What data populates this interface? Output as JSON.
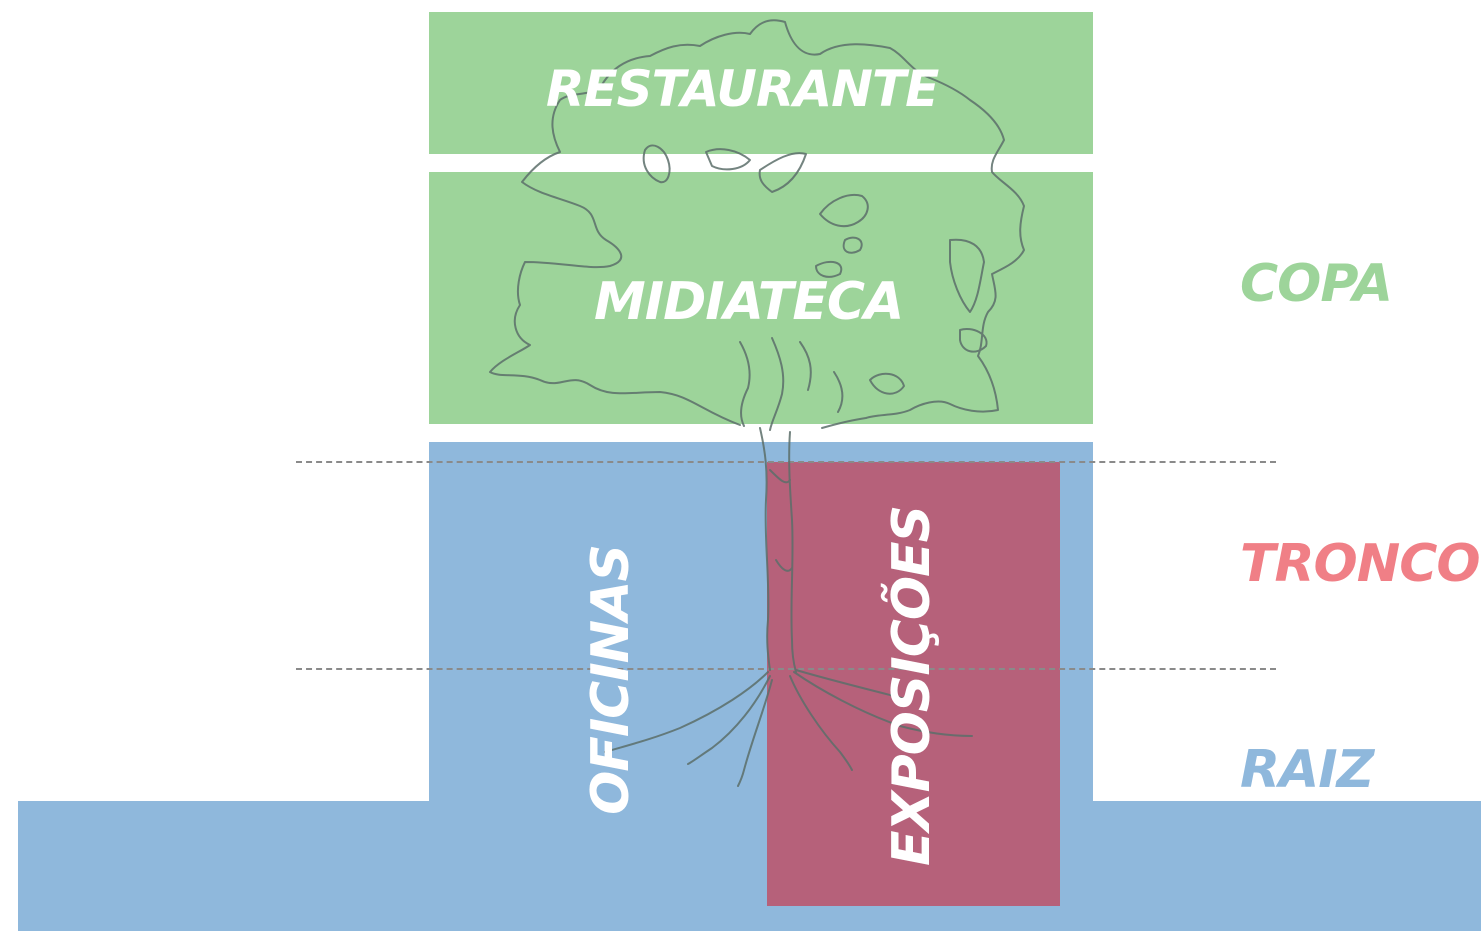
{
  "blocks": {
    "restaurante": "RESTAURANTE",
    "midiateca": "MIDIATECA",
    "oficinas": "OFICINAS",
    "exposicoes": "EXPOSIÇÕES"
  },
  "zones": {
    "copa": "COPA",
    "tronco": "TRONCO",
    "raiz": "RAIZ"
  },
  "colors": {
    "copa": "#9dd49a",
    "tronco": "#f07f86",
    "raiz": "#8fb8dc",
    "exposicoes": "#b85c74"
  }
}
